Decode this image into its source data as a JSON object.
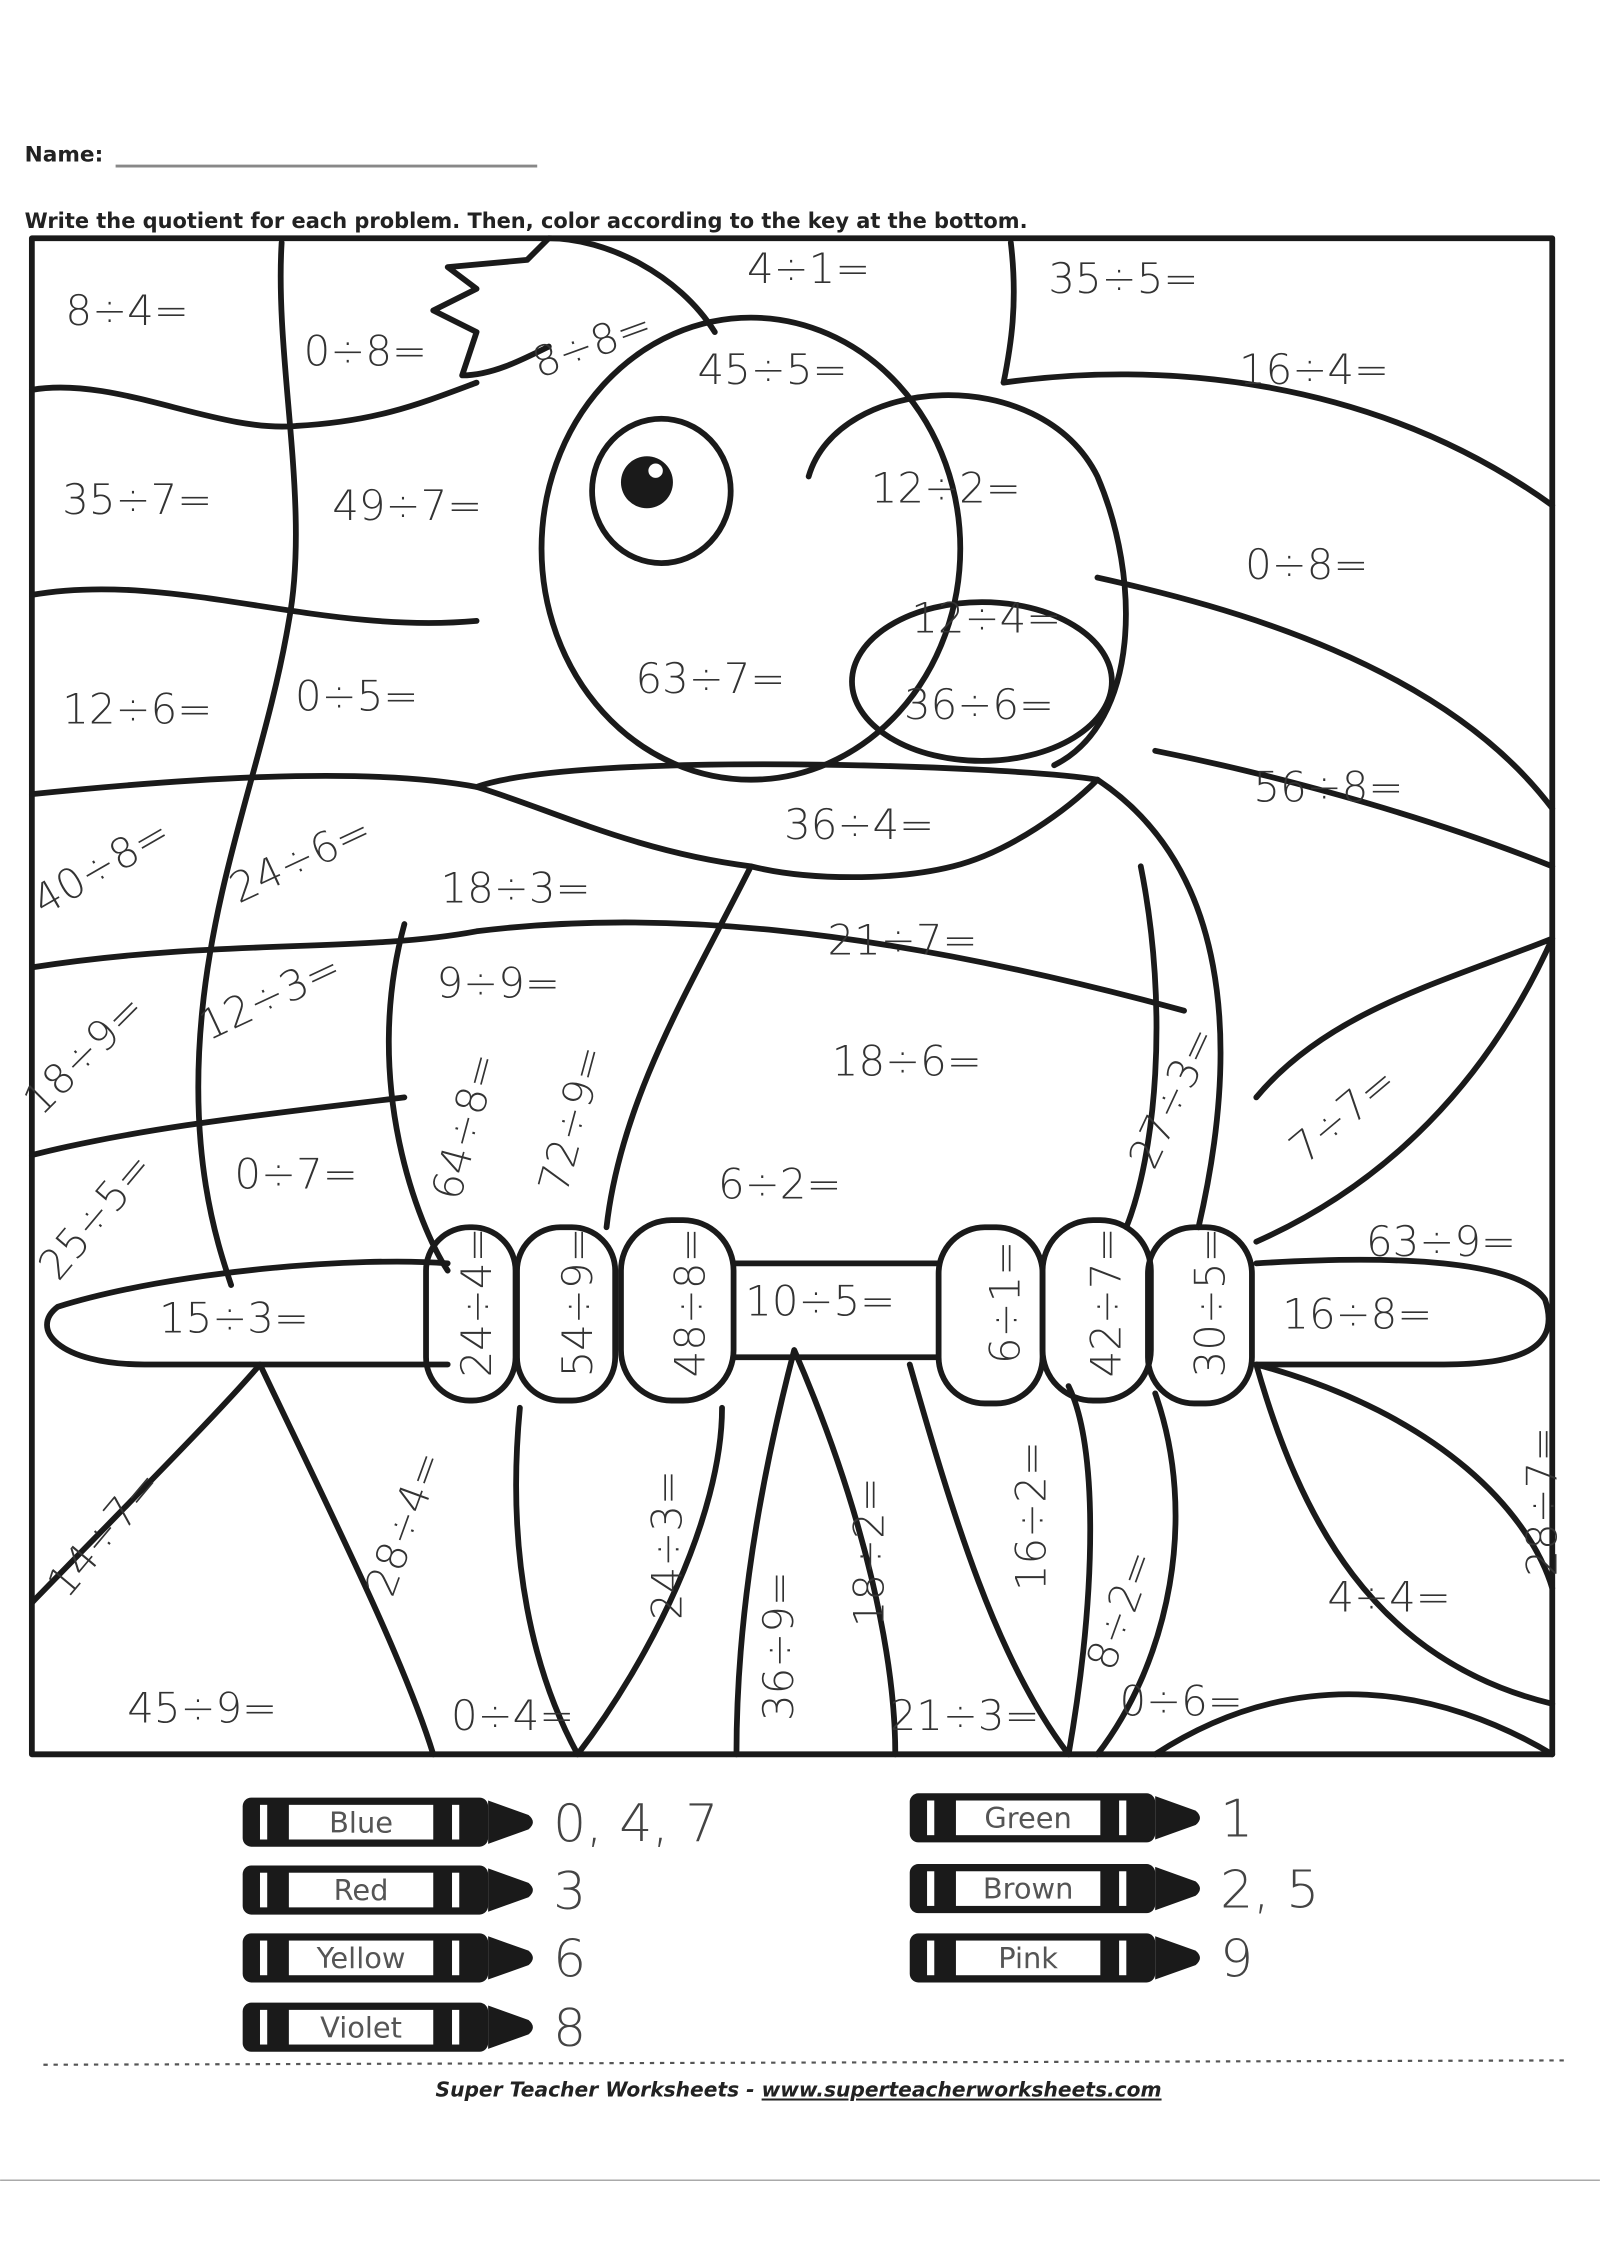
{
  "header": {
    "name_label": "Name:",
    "instructions": "Write the quotient for each problem.  Then, color according to the key at the bottom."
  },
  "problems": [
    "8÷4=",
    "0÷8=",
    "8÷8=",
    "4÷1=",
    "45÷5=",
    "35÷5=",
    "16÷4=",
    "35÷7=",
    "49÷7=",
    "12÷2=",
    "0÷8=",
    "12÷4=",
    "63÷7=",
    "12÷6=",
    "0÷5=",
    "36÷6=",
    "56÷8=",
    "36÷4=",
    "40÷8=",
    "24÷6=",
    "18÷3=",
    "21÷7=",
    "9÷9=",
    "12÷3=",
    "18÷9=",
    "18÷6=",
    "64÷8=",
    "72÷9=",
    "27÷3=",
    "7÷7=",
    "25÷5=",
    "0÷7=",
    "6÷2=",
    "63÷9=",
    "15÷3=",
    "24÷4=",
    "54÷9=",
    "48÷8=",
    "10÷5=",
    "6÷1=",
    "42÷7=",
    "30÷5=",
    "16÷8=",
    "14÷7=",
    "28÷4=",
    "24÷3=",
    "18÷2=",
    "16÷2=",
    "28÷7=",
    "36÷9=",
    "8÷2=",
    "4÷4=",
    "45÷9=",
    "0÷4=",
    "21÷3=",
    "0÷6="
  ],
  "color_key": [
    {
      "color": "Blue",
      "values": "0, 4, 7",
      "hex": "#1f5fd1"
    },
    {
      "color": "Red",
      "values": "3",
      "hex": "#d32020"
    },
    {
      "color": "Yellow",
      "values": "6",
      "hex": "#f2d21b"
    },
    {
      "color": "Violet",
      "values": "8",
      "hex": "#8a3fc2"
    },
    {
      "color": "Green",
      "values": "1",
      "hex": "#2f9a3a"
    },
    {
      "color": "Brown",
      "values": "2, 5",
      "hex": "#7a4a21"
    },
    {
      "color": "Pink",
      "values": "9",
      "hex": "#f28bbd"
    }
  ],
  "footer": {
    "brand": "Super Teacher Worksheets - ",
    "url": "www.superteacherworksheets.com"
  }
}
